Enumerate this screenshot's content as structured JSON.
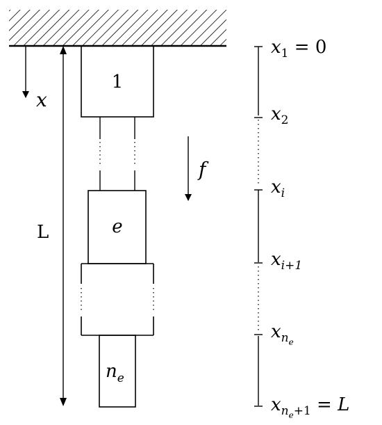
{
  "elements": {
    "element_first": "1",
    "element_middle": "e",
    "element_last_base": "n",
    "element_last_sub": "e"
  },
  "labels": {
    "x_axis": "x",
    "force": "f",
    "length": "L"
  },
  "nodes": {
    "x1_base": "x",
    "x1_sub": "1",
    "x1_rhs": " = 0",
    "x2_base": "x",
    "x2_sub": "2",
    "xi_base": "x",
    "xi_sub": "i",
    "xi1_base": "x",
    "xi1_sub": "i+1",
    "xne_base": "x",
    "xne_sub": "n",
    "xne_subsub": "e",
    "xne1_base": "x",
    "xne1_sub": "n",
    "xne1_subsub": "e",
    "xne1_sub_tail": "+1",
    "xne1_rhs": " = ",
    "xne1_rhs_var": "L"
  }
}
